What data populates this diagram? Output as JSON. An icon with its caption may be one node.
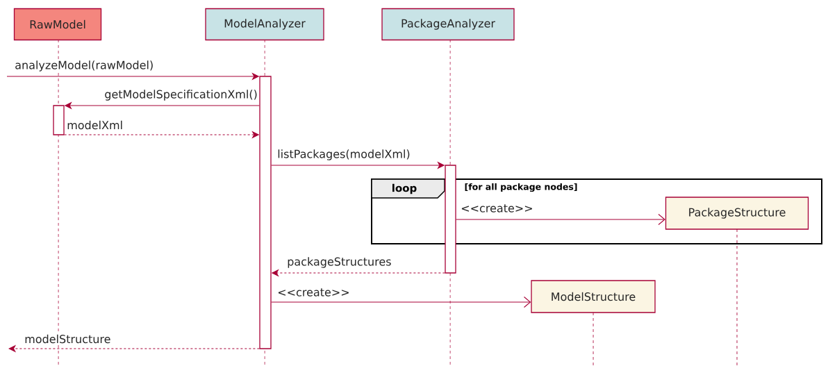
{
  "diagram": {
    "nodes": [
      {
        "text": [
          "RawModel"
        ]
      },
      {
        "text": [
          "ModelAnalyzer"
        ]
      },
      {
        "text": [
          "PackageAnalyzer"
        ]
      },
      {
        "text": [
          "loop",
          "[for all package nodes]"
        ]
      },
      {
        "text": [
          "PackageStructure"
        ],
        "in": 3
      },
      {
        "text": [
          "ModelStructure"
        ]
      },
      {
        "text": [],
        "shape": "bar"
      },
      {
        "text": [],
        "shape": "bar"
      },
      {
        "text": [],
        "shape": "bar"
      }
    ],
    "edges": [
      {
        "from": null,
        "to": 6,
        "arrow": "to",
        "label": "analyzeModel(rawModel)"
      },
      {
        "from": 6,
        "to": 7,
        "arrow": "to",
        "label": "getModelSpecificationXml()"
      },
      {
        "from": 7,
        "to": 6,
        "arrow": "to",
        "label": "modelXml",
        "style": "dashed"
      },
      {
        "from": 6,
        "to": 8,
        "arrow": "to",
        "label": "listPackages(modelXml)"
      },
      {
        "from": 8,
        "to": 4,
        "arrow": "to",
        "label": "<<create>>"
      },
      {
        "from": 8,
        "to": 6,
        "arrow": "to",
        "label": "packageStructures",
        "style": "dashed"
      },
      {
        "from": 6,
        "to": 5,
        "arrow": "to",
        "label": "<<create>>"
      },
      {
        "from": 6,
        "to": null,
        "arrow": "to",
        "label": "modelStructure",
        "style": "dashed"
      }
    ]
  }
}
